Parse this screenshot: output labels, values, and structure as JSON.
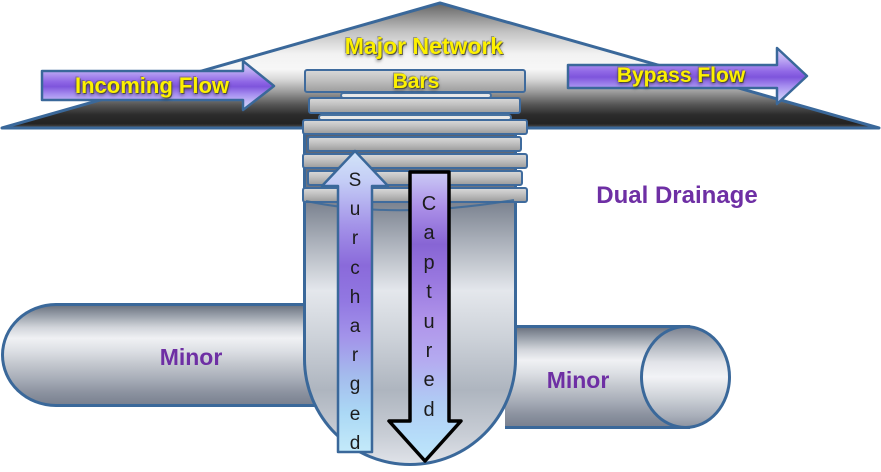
{
  "diagram": {
    "title": "Dual Drainage",
    "top_structure": {
      "label": "Major Network",
      "grate_label": "Bars"
    },
    "flows": {
      "incoming": "Incoming Flow",
      "bypass": "Bypass Flow",
      "surcharged": "Surcharged",
      "captured": "Captured"
    },
    "pipes": {
      "left": "Minor",
      "right": "Minor"
    },
    "colors": {
      "outline_blue": "#3a689a",
      "label_yellow": "#fdf100",
      "label_purple": "#6e2fa4",
      "flow_arrow_violet": "#7e55dc",
      "vertical_arrow_violet": "#8a6ada",
      "vertical_arrow_lightblue": "#bfe6fb",
      "captured_outline_black": "#000000",
      "metal_gray": "#c0c0c0"
    }
  }
}
